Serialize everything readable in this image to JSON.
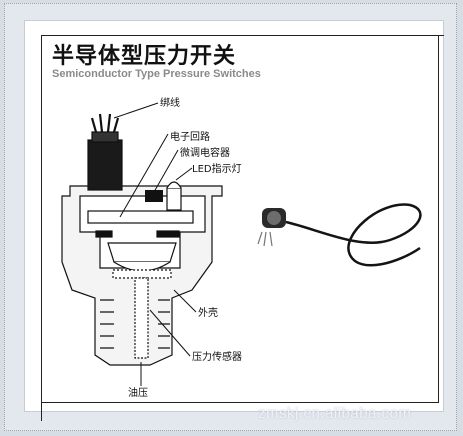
{
  "title_cn": "半导体型压力开关",
  "title_en": "Semiconductor Type Pressure Switches",
  "labels": {
    "lead_wire": "绑线",
    "circuit": "电子回路",
    "trim_capacitor": "微调电容器",
    "led": "LED指示灯",
    "housing": "外壳",
    "sensor": "压力传感器",
    "oil_pressure": "油压"
  },
  "watermark": "zmskj.cn.alibaba.com",
  "colors": {
    "line": "#111111",
    "body_fill": "#f2f2f2",
    "title_en": "#8a8a8a"
  }
}
